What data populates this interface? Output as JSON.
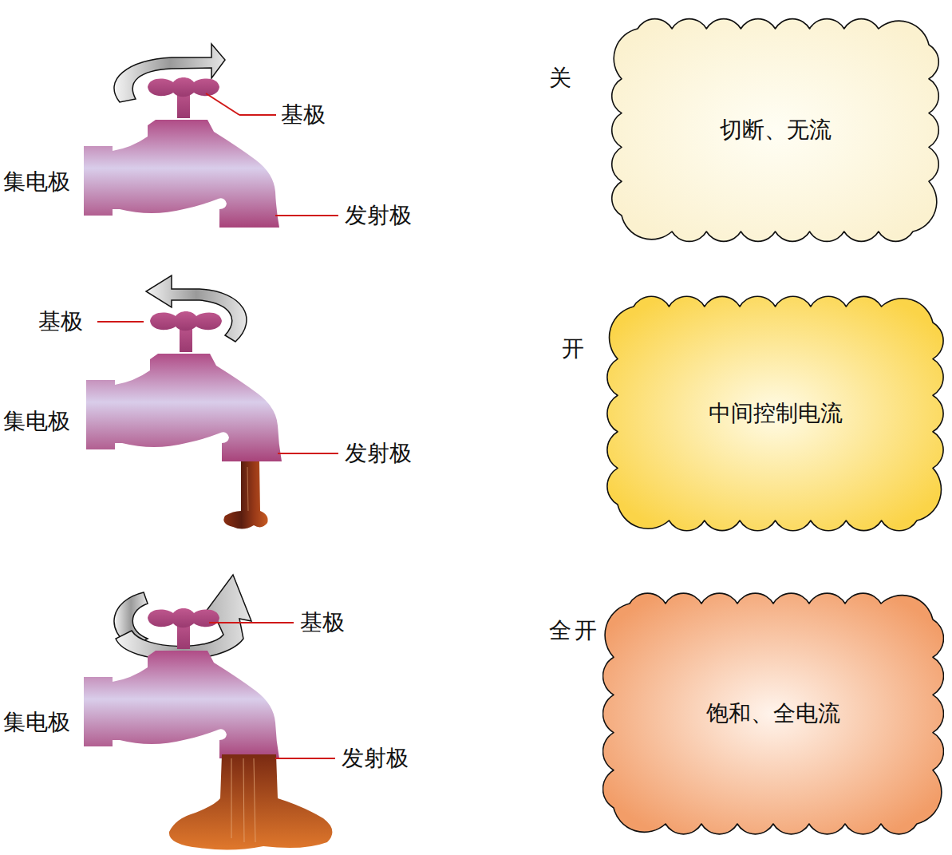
{
  "diagram": {
    "nodes": [
      {
        "text": [
          "关",
          "切断、无流"
        ]
      },
      {
        "text": [
          "开",
          "中间控制电流"
        ]
      },
      {
        "text": [
          "全开",
          "饱和、全电流"
        ]
      }
    ],
    "labels": [
      "基极",
      "集电极",
      "发射极",
      "基极",
      "集电极",
      "发射极",
      "基极",
      "集电极",
      "发射极"
    ]
  }
}
